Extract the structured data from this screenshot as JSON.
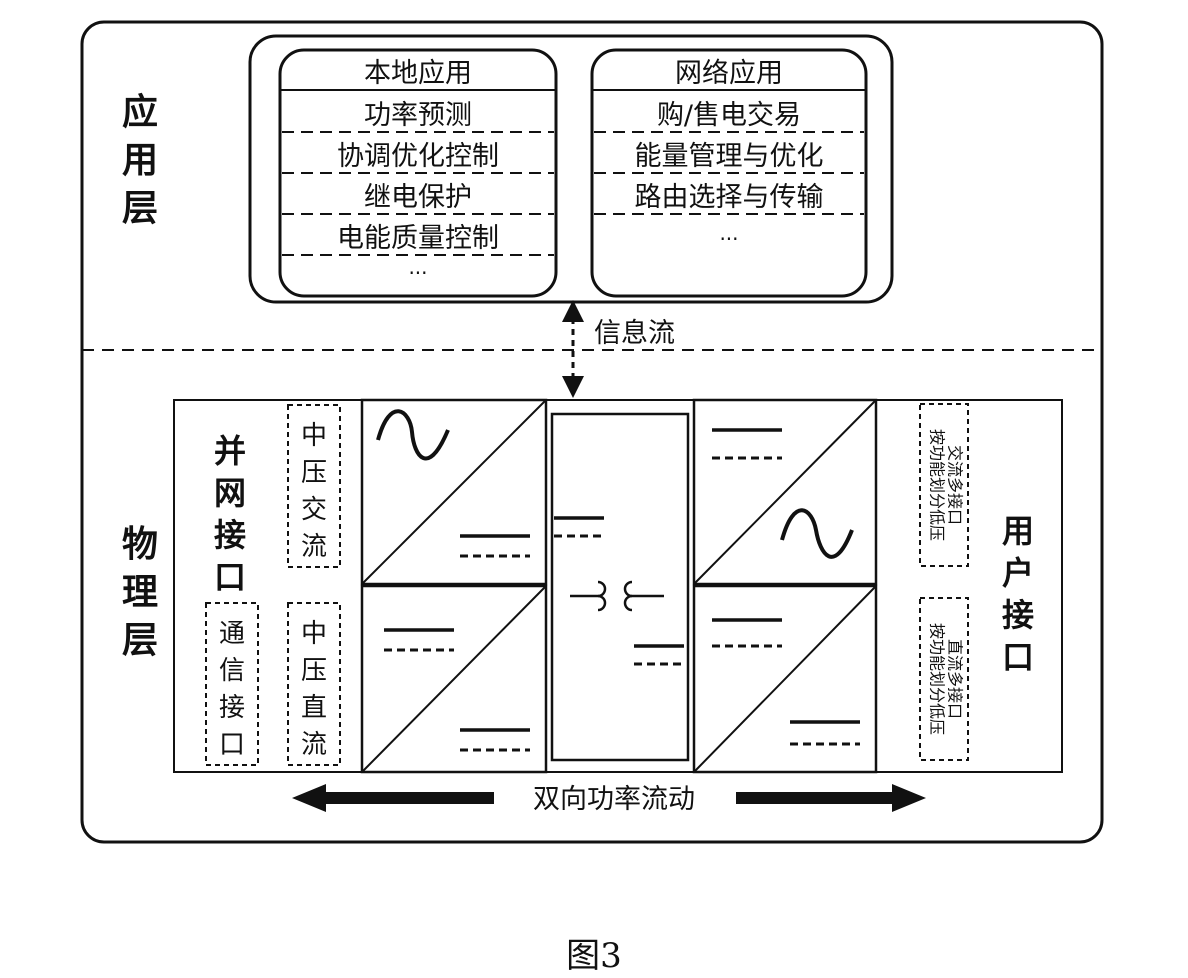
{
  "application_layer": {
    "label": [
      "应",
      "用",
      "层"
    ],
    "local": {
      "title": "本地应用",
      "items": [
        "功率预测",
        "协调优化控制",
        "继电保护",
        "电能质量控制",
        "···"
      ]
    },
    "network": {
      "title": "网络应用",
      "items": [
        "购/售电交易",
        "能量管理与优化",
        "路由选择与传输",
        "···"
      ]
    }
  },
  "info_flow": "信息流",
  "physical_layer": {
    "label": [
      "物",
      "理",
      "层"
    ],
    "grid_interface": {
      "label": [
        "并",
        "网",
        "接",
        "口"
      ],
      "mv_ac": [
        "中",
        "压",
        "交",
        "流"
      ],
      "mv_dc": [
        "中",
        "压",
        "直",
        "流"
      ],
      "comm": [
        "通",
        "信",
        "接",
        "口"
      ]
    },
    "user_interface": {
      "label": [
        "用",
        "户",
        "接",
        "口"
      ],
      "ac_port": [
        "按功能划分低压",
        "交流多接口"
      ],
      "dc_port": [
        "按功能划分低压",
        "直流多接口"
      ]
    }
  },
  "power_flow": "双向功率流动",
  "caption": "图3"
}
